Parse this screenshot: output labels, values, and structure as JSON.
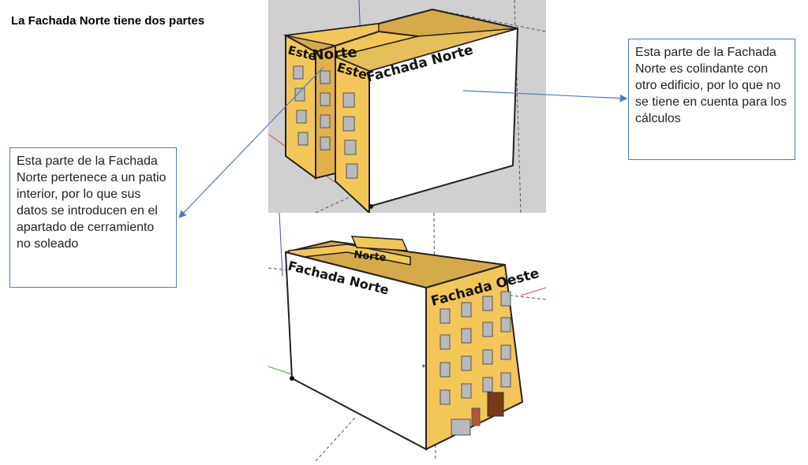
{
  "page": {
    "title": "La Fachada Norte tiene dos partes"
  },
  "callouts": {
    "right": "Esta parte de la Fachada Norte es colindante con otro edificio, por lo que no se tiene en cuenta para los cálculos",
    "left": "Esta parte de la Fachada Norte pertenece a un patio interior, por lo que sus datos se introducen en el apartado de cerramiento no soleado"
  },
  "top_model": {
    "labels": {
      "este": "Este",
      "norte": "Norte",
      "este2": "Este",
      "fachada_norte": "Fachada Norte"
    }
  },
  "bottom_model": {
    "labels": {
      "norte": "Norte",
      "fachada_norte": "Fachada Norte",
      "fachada_oeste": "Fachada Oeste"
    }
  },
  "colors": {
    "wall_yellow": "#f3c65a",
    "wall_white": "#ffffff",
    "window_gray": "#b9b9b9",
    "viewport_gray": "#d0d0d0",
    "callout_border": "#4a7ebb",
    "door_brown": "#7a3a1a"
  }
}
